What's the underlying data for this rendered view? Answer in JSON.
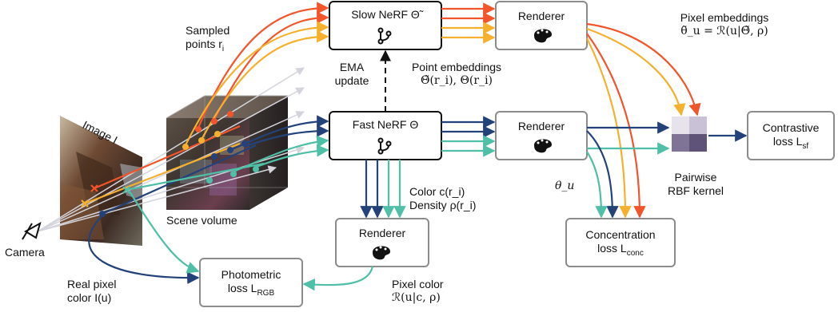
{
  "nodes": {
    "slow_nerf": "Slow NeRF Θ̃",
    "fast_nerf": "Fast NeRF Θ",
    "renderer_top": "Renderer",
    "renderer_mid": "Renderer",
    "renderer_bottom": "Renderer",
    "contrastive_loss": {
      "l1": "Contrastive",
      "l2": "loss L",
      "sub": "sf"
    },
    "concentration_loss": {
      "l1": "Concentration",
      "l2": "loss L",
      "sub": "conc"
    },
    "photometric_loss": {
      "l1": "Photometric",
      "l2": "loss L",
      "sub": "RGB"
    }
  },
  "labels": {
    "sampled_points": {
      "l1": "Sampled",
      "l2": "points r",
      "sub": "i"
    },
    "ema_update": {
      "l1": "EMA",
      "l2": "update"
    },
    "point_embeddings": {
      "l1": "Point embeddings",
      "l2": "Θ̃(r_i), Θ(r_i)"
    },
    "pixel_embeddings": {
      "l1": "Pixel embeddings",
      "l2": "θ̃_u = ℛ(u|Θ̃, ρ)"
    },
    "color_density": {
      "l1": "Color c(r_i)",
      "l2": "Density ρ(r_i)"
    },
    "theta_u": "θ_u",
    "pairwise": {
      "l1": "Pairwise",
      "l2": "RBF kernel"
    },
    "image": "Image I",
    "scene_volume": "Scene volume",
    "camera": "Camera",
    "real_pixel": {
      "l1": "Real pixel",
      "l2": "color I(u)"
    },
    "pixel_color": {
      "l1": "Pixel color",
      "l2": "ℛ(u|c, ρ)"
    }
  },
  "colors": {
    "red": "#f2552c",
    "orange": "#f5b02e",
    "navy": "#23427a",
    "teal": "#4fbfa8",
    "light_gray": "#d4d4dc",
    "box_gray": "#8c8c8c"
  },
  "icons": [
    "branch-icon",
    "palette-icon",
    "camera-icon"
  ]
}
